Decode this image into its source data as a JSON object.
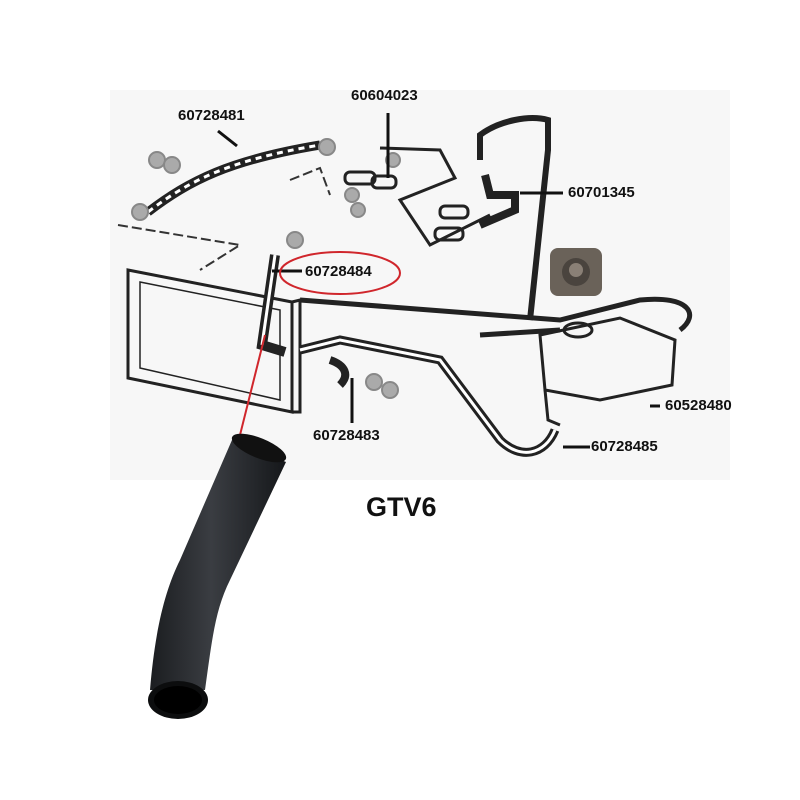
{
  "diagram": {
    "title": "GTV6",
    "highlight_color": "#d0262c",
    "parts": [
      {
        "id": "upper-hose",
        "number": "60728481"
      },
      {
        "id": "heater-pipe",
        "number": "60604023"
      },
      {
        "id": "heater-hose",
        "number": "60701345"
      },
      {
        "id": "radiator-hose-highlighted",
        "number": "60728484"
      },
      {
        "id": "expansion-tank",
        "number": "60528480"
      },
      {
        "id": "tank-hose",
        "number": "60728485"
      },
      {
        "id": "lower-hose",
        "number": "60728483"
      }
    ]
  }
}
